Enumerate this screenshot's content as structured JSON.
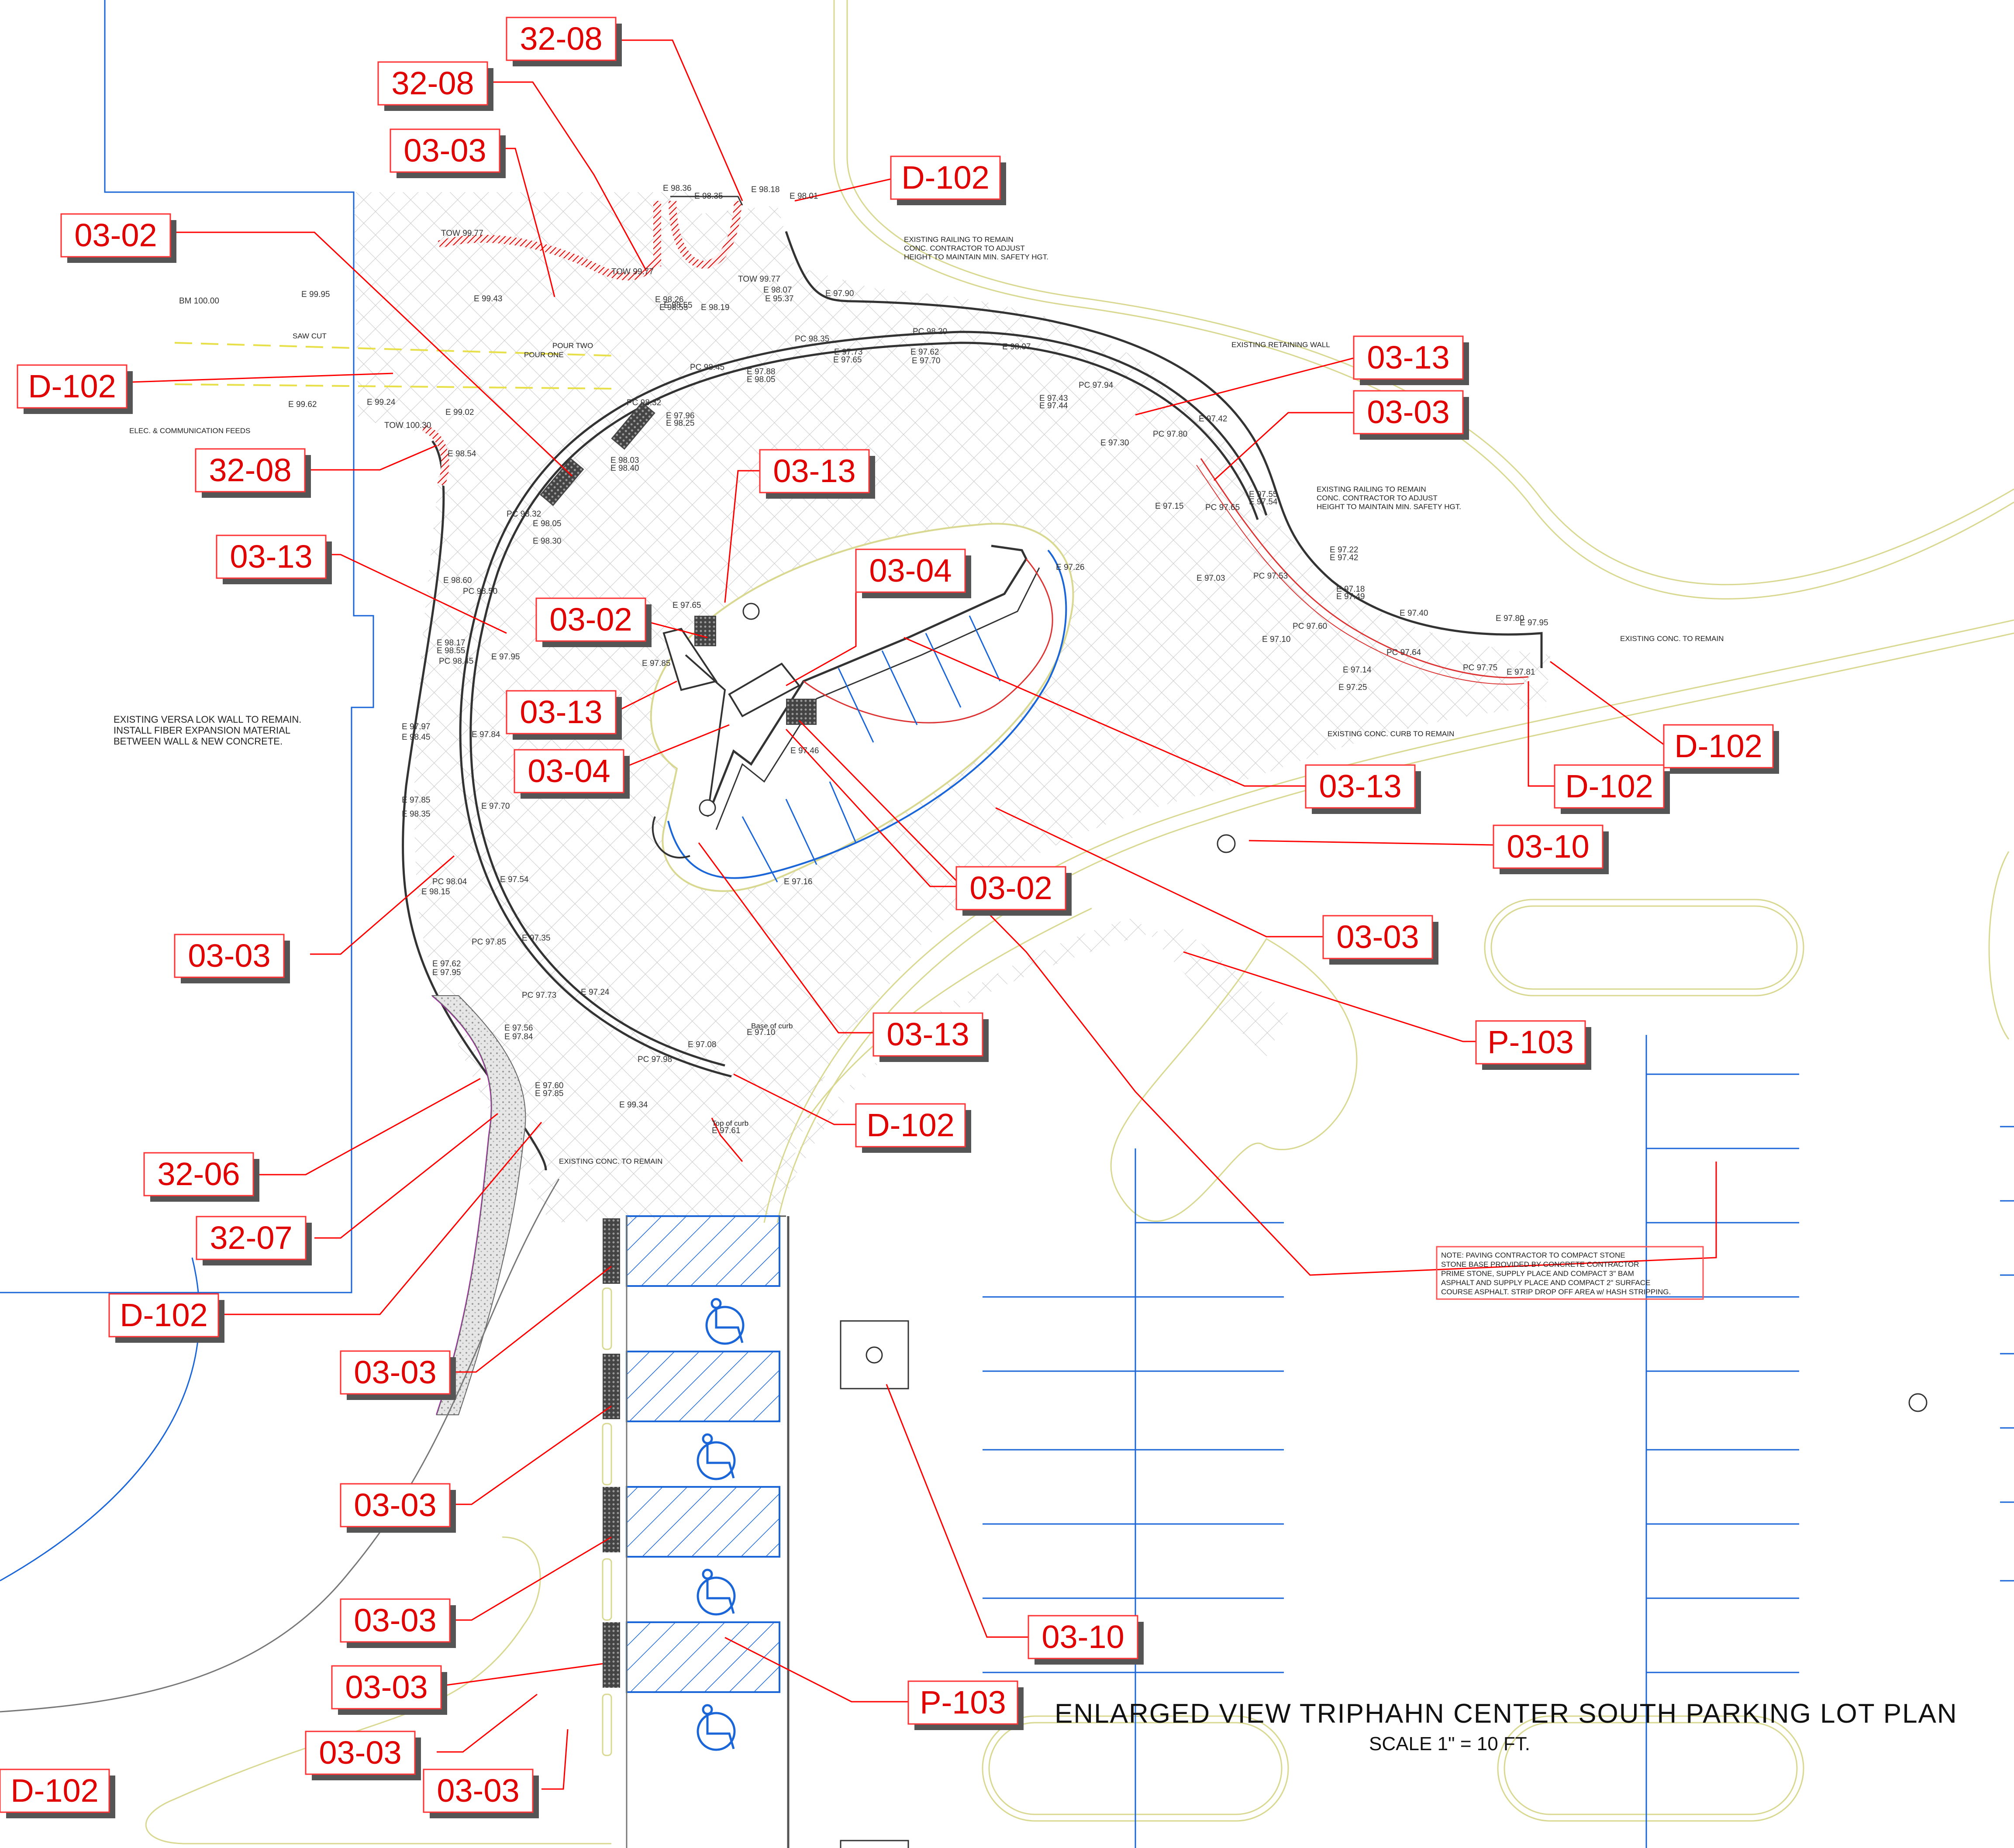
{
  "title": "ENLARGED VIEW TRIPHAHN CENTER SOUTH PARKING LOT PLAN",
  "scale": "SCALE 1\" = 10 FT.",
  "colors": {
    "tag_red": "#e00000",
    "leader_red": "#ff0000",
    "hatch_gray": "#bfbfbf",
    "parking_blue": "#1a66d9",
    "edge_yellow": "#d8d890",
    "curb_dark": "#333333"
  },
  "tags": [
    "32-08",
    "32-08",
    "03-03",
    "D-102",
    "03-02",
    "D-102",
    "32-08",
    "03-13",
    "03-13",
    "03-03",
    "03-13",
    "03-04",
    "03-02",
    "03-13",
    "03-04",
    "03-13",
    "D-102",
    "D-102",
    "03-10",
    "03-02",
    "03-03",
    "P-103",
    "03-03",
    "03-13",
    "D-102",
    "32-06",
    "32-07",
    "D-102",
    "03-03",
    "03-03",
    "03-03",
    "03-03",
    "03-03",
    "03-03",
    "D-102",
    "03-10",
    "P-103"
  ],
  "notes": {
    "existing_railing_1": [
      "EXISTING RAILING TO REMAIN",
      "CONC. CONTRACTOR TO ADJUST",
      "HEIGHT TO MAINTAIN MIN. SAFETY HGT."
    ],
    "existing_retaining_wall": "EXISTING RETAINING WALL",
    "existing_railing_2": [
      "EXISTING RAILING TO REMAIN",
      "CONC. CONTRACTOR TO ADJUST",
      "HEIGHT TO MAINTAIN MIN. SAFETY HGT."
    ],
    "existing_conc_remain_right": "EXISTING CONC. TO REMAIN",
    "existing_conc_curb": "EXISTING CONC. CURB TO REMAIN",
    "versa_lok": [
      "EXISTING VERSA LOK WALL TO REMAIN.",
      "INSTALL FIBER EXPANSION MATERIAL",
      "BETWEEN WALL & NEW CONCRETE."
    ],
    "existing_conc_remain_bottom": "EXISTING CONC. TO REMAIN",
    "saw_cut": "SAW CUT",
    "pour_one": "POUR ONE",
    "pour_two": "POUR TWO",
    "elec_feeds": "ELEC. & COMMUNICATION FEEDS",
    "base_of_curb": "Base of curb",
    "top_of_curb": "Top of curb",
    "paving_note": [
      "NOTE: PAVING CONTRACTOR TO COMPACT STONE",
      "STONE BASE PROVIDED BY CONCRETE CONTRACTOR",
      "PRIME STONE, SUPPLY PLACE AND COMPACT 3\" BAM",
      "ASPHALT AND SUPPLY PLACE AND COMPACT 2\" SURFACE",
      "COURSE ASPHALT.  STRIP DROP OFF AREA w/ HASH STRIPPING."
    ]
  },
  "elevations": [
    "BM 100.00",
    "E 99.95",
    "E 99.43",
    "E 99.62",
    "E 99.24",
    "E 99.02",
    "TOW 99.77",
    "TOW 100.30",
    "E 98.36",
    "E 98.35",
    "E 98.18",
    "E 98.01",
    "TOW 99.77",
    "TOW 99.77",
    "E 98.55",
    "E 98.19",
    "E 98.07",
    "E 95.37",
    "PC 98.35",
    "E 97.90",
    "PC 98.20",
    "E 98.07",
    "PC 98.45",
    "PC 98.32",
    "E 97.73",
    "E 97.65",
    "E 97.62",
    "E 97.70",
    "PC 97.94",
    "E 97.43",
    "E 97.44",
    "E 97.30",
    "PC 97.80",
    "E 97.42",
    "E 97.15",
    "PC 97.65",
    "E 97.55",
    "E 97.54",
    "E 97.03",
    "PC 97.53",
    "E 97.22",
    "E 97.42",
    "E 97.18",
    "E 97.49",
    "E 97.10",
    "PC 97.60",
    "E 97.40",
    "E 97.14",
    "PC 97.64",
    "E 97.25",
    "E 97.80",
    "E 97.95",
    "PC 97.75",
    "E 97.81",
    "E 98.54",
    "PC 98.32",
    "E 98.05",
    "E 98.30",
    "E 98.60",
    "PC 98.50",
    "E 98.17",
    "E 98.55",
    "PC 98.45",
    "E 97.95",
    "E 97.97",
    "E 98.45",
    "E 97.84",
    "E 97.85",
    "E 98.35",
    "E 97.70",
    "PC 98.04",
    "E 98.15",
    "E 97.54",
    "PC 97.85",
    "E 97.35",
    "E 97.62",
    "E 97.95",
    "PC 97.73",
    "E 97.24",
    "E 97.56",
    "E 97.84",
    "E 97.08",
    "PC 97.98",
    "E 97.10",
    "E 97.60",
    "E 97.85",
    "E 99.34",
    "E 97.61",
    "E 97.85",
    "E 97.65",
    "E 97.26",
    "E 97.46",
    "E 97.16",
    "E 98.03",
    "E 98.40",
    "E 97.96",
    "E 98.25",
    "E 97.88",
    "E 98.05",
    "E 98.26",
    "E 98.55"
  ]
}
